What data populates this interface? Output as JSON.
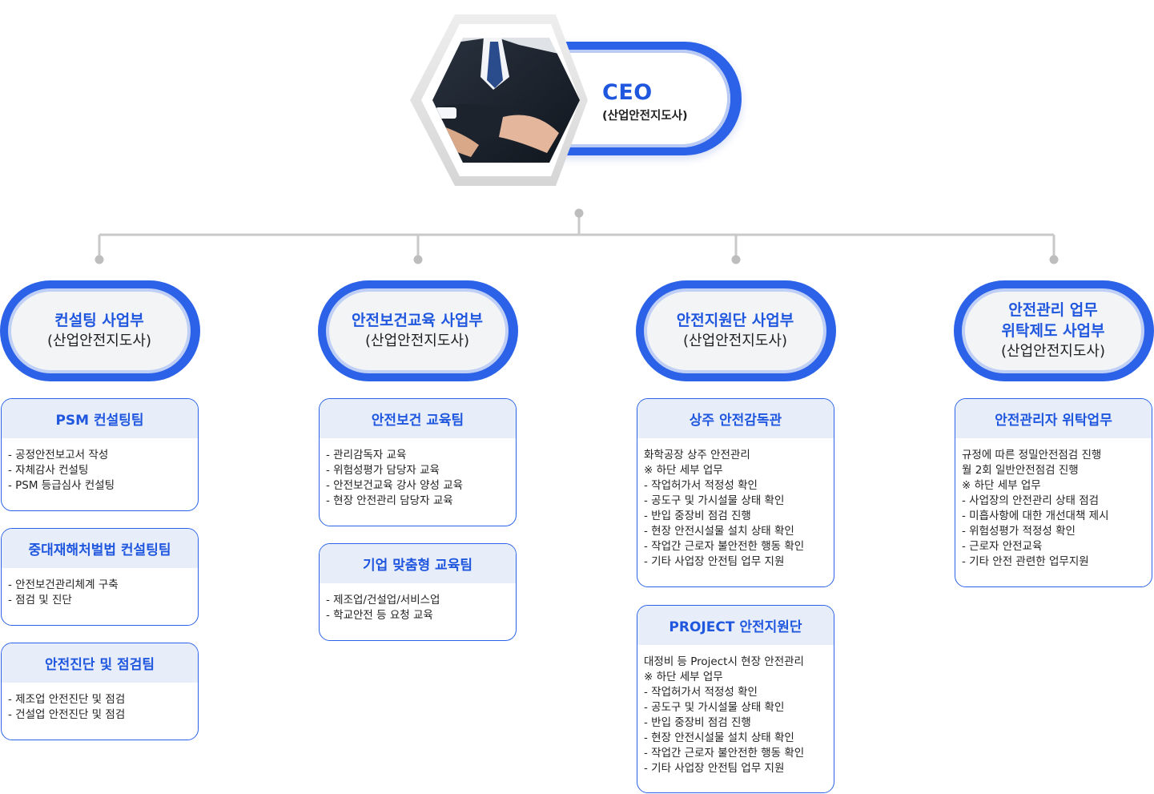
{
  "ceo": {
    "title": "CEO",
    "subtitle": "(산업안전지도사)"
  },
  "departments": [
    {
      "name_lines": [
        "컨설팅 사업부"
      ],
      "subtitle": "(산업안전지도사)"
    },
    {
      "name_lines": [
        "안전보건교육 사업부"
      ],
      "subtitle": "(산업안전지도사)"
    },
    {
      "name_lines": [
        "안전지원단 사업부"
      ],
      "subtitle": "(산업안전지도사)"
    },
    {
      "name_lines": [
        "안전관리 업무",
        "위탁제도 사업부"
      ],
      "subtitle": "(산업안전지도사)"
    }
  ],
  "teams": {
    "psm": {
      "title": "PSM 컨설팅팀",
      "lines": [
        "- 공정안전보고서 작성",
        "- 자체감사 컨설팅",
        "- PSM 등급심사 컨설팅"
      ]
    },
    "serious": {
      "title": "중대재해처벌법 컨설팅팀",
      "lines": [
        "- 안전보건관리체계 구축",
        "- 점검 및 진단"
      ]
    },
    "diagnosis": {
      "title": "안전진단 및 점검팀",
      "lines": [
        "- 제조업 안전진단 및 점검",
        "- 건설업 안전진단 및 점검"
      ]
    },
    "edu": {
      "title": "안전보건 교육팀",
      "lines": [
        "- 관리감독자 교육",
        "- 위험성평가 담당자 교육",
        "- 안전보건교육 강사 양성 교육",
        "- 현장 안전관리 담당자 교육"
      ]
    },
    "custom": {
      "title": "기업 맞춤형 교육팀",
      "lines": [
        "- 제조업/건설업/서비스업",
        "- 학교안전 등 요청 교육"
      ]
    },
    "resident": {
      "title": "상주 안전감독관",
      "lines": [
        "화학공장 상주 안전관리",
        "※ 하단 세부 업무",
        "- 작업허가서 적정성 확인",
        "- 공도구 및 가시설물 상태 확인",
        "- 반입 중장비 점검 진행",
        "- 현장 안전시설물 설치 상태 확인",
        "- 작업간 근로자 불안전한 행동 확인",
        "- 기타 사업장 안전팀 업무 지원"
      ]
    },
    "project": {
      "title": "PROJECT 안전지원단",
      "lines": [
        "대정비 등 Project시 현장 안전관리",
        "※ 하단 세부 업무",
        "- 작업허가서 적정성 확인",
        "- 공도구 및 가시설물 상태 확인",
        "- 반입 중장비 점검 진행",
        "- 현장 안전시설물 설치 상태 확인",
        "- 작업간 근로자 불안전한 행동 확인",
        "- 기타 사업장 안전팀 업무 지원"
      ]
    },
    "consign": {
      "title": "안전관리자 위탁업무",
      "lines": [
        "규정에 따른 정밀안전점검 진행",
        "월 2회 일반안전점검 진행",
        "※ 하단 세부 업무",
        "- 사업장의 안전관리 상태 점검",
        "- 미흡사항에 대한 개선대책 제시",
        "- 위험성평가 적정성 확인",
        "- 근로자 안전교육",
        "- 기타 안전 관련한 업무지원"
      ]
    }
  },
  "colors": {
    "accent": "#2b62e8",
    "accent_text": "#2057df",
    "header_bg": "#e8eef9",
    "connector": "#c7c7c7"
  }
}
